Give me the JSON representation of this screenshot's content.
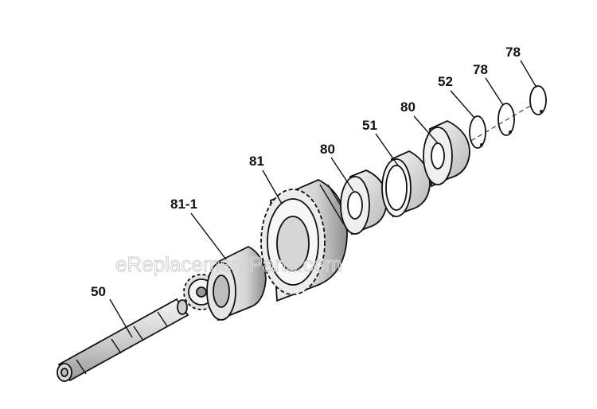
{
  "watermark": "eReplacementParts.com",
  "callouts": {
    "c50": "50",
    "c81_1": "81-1",
    "c81": "81",
    "c80a": "80",
    "c51": "51",
    "c80b": "80",
    "c52": "52",
    "c78a": "78",
    "c78b": "78"
  }
}
